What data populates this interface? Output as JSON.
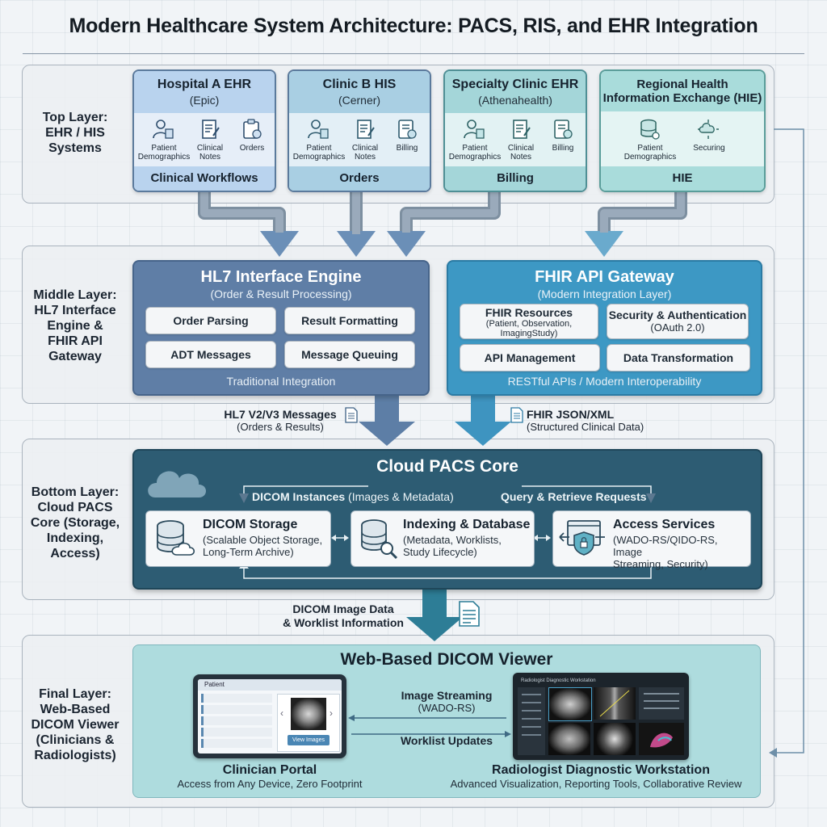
{
  "title": "Modern Healthcare System Architecture: PACS, RIS, and EHR Integration",
  "layers": {
    "top": "Top Layer:\nEHR / HIS\nSystems",
    "middle": "Middle Layer:\nHL7 Interface\nEngine &\nFHIR API\nGateway",
    "bottom": "Bottom Layer:\nCloud PACS\nCore (Storage,\nIndexing,\nAccess)",
    "final": "Final Layer:\nWeb-Based\nDICOM Viewer\n(Clinicians &\nRadiologists)"
  },
  "systems": [
    {
      "name": "Hospital A EHR",
      "vendor": "(Epic)",
      "modules": [
        "Patient\nDemographics",
        "Clinical\nNotes",
        "Orders"
      ],
      "footer": "Clinical Workflows",
      "head": "#b9d3ee",
      "body": "#e6eef8",
      "foot": "#b9d3ee"
    },
    {
      "name": "Clinic B HIS",
      "vendor": "(Cerner)",
      "modules": [
        "Patient\nDemographics",
        "Clinical\nNotes",
        "Billing"
      ],
      "footer": "Orders",
      "head": "#a9cfe3",
      "body": "#e3eff6",
      "foot": "#a9cfe3"
    },
    {
      "name": "Specialty Clinic EHR",
      "vendor": "(Athenahealth)",
      "modules": [
        "Patient\nDemographics",
        "Clinical\nNotes",
        "Billing"
      ],
      "footer": "Billing",
      "head": "#a4d6d9",
      "body": "#e2f2f3",
      "foot": "#a4d6d9"
    },
    {
      "name": "Regional Health\nInformation Exchange (HIE)",
      "vendor": "",
      "modules": [
        "Patient\nDemographics",
        "Securing"
      ],
      "footer": "HIE",
      "head": "#a9dcdb",
      "body": "#e4f4f3",
      "foot": "#a9dcdb"
    }
  ],
  "hl7": {
    "title": "HL7 Interface Engine",
    "subtitle": "(Order & Result Processing)",
    "items": [
      "Order Parsing",
      "Result Formatting",
      "ADT Messages",
      "Message Queuing"
    ],
    "footer": "Traditional Integration"
  },
  "fhir": {
    "title": "FHIR API Gateway",
    "subtitle": "(Modern Integration Layer)",
    "items": [
      {
        "label": "FHIR Resources",
        "sub": "(Patient, Observation,\nImagingStudy)"
      },
      {
        "label": "Security & Authentication",
        "sub": "(OAuth 2.0)"
      },
      {
        "label": "API Management",
        "sub": ""
      },
      {
        "label": "Data Transformation",
        "sub": ""
      }
    ],
    "footer": "RESTful APIs / Modern Interoperability"
  },
  "flows": {
    "hl7": {
      "label": "HL7 V2/V3 Messages",
      "sub": "(Orders & Results)"
    },
    "fhir": {
      "label": "FHIR JSON/XML",
      "sub": "(Structured Clinical Data)"
    },
    "dicom": {
      "label": "DICOM Image Data\n& Worklist Information"
    }
  },
  "pacs": {
    "title": "Cloud PACS Core",
    "flow_left": "DICOM Instances",
    "flow_left_sub": "(Images & Metadata)",
    "flow_right": "Query & Retrieve Requests",
    "services": [
      {
        "title": "DICOM Storage",
        "desc": "(Scalable Object Storage,\nLong-Term Archive)"
      },
      {
        "title": "Indexing & Database",
        "desc": "(Metadata, Worklists,\nStudy Lifecycle)"
      },
      {
        "title": "Access Services",
        "desc": "(WADO-RS/QIDO-RS, Image\nStreaming, Security)"
      }
    ]
  },
  "viewer": {
    "title": "Web-Based DICOM Viewer",
    "portal_header": "Patient",
    "portal_button": "View Images",
    "stream_label": "Image Streaming",
    "stream_sub": "(WADO-RS)",
    "worklist_label": "Worklist Updates",
    "workstation_header": "Radiologist Diagnostic Workstation",
    "clinician": {
      "title": "Clinician Portal",
      "desc": "Access from Any Device, Zero Footprint"
    },
    "radiologist": {
      "title": "Radiologist Diagnostic Workstation",
      "desc": "Advanced Visualization, Reporting Tools, Collaborative Review"
    }
  }
}
